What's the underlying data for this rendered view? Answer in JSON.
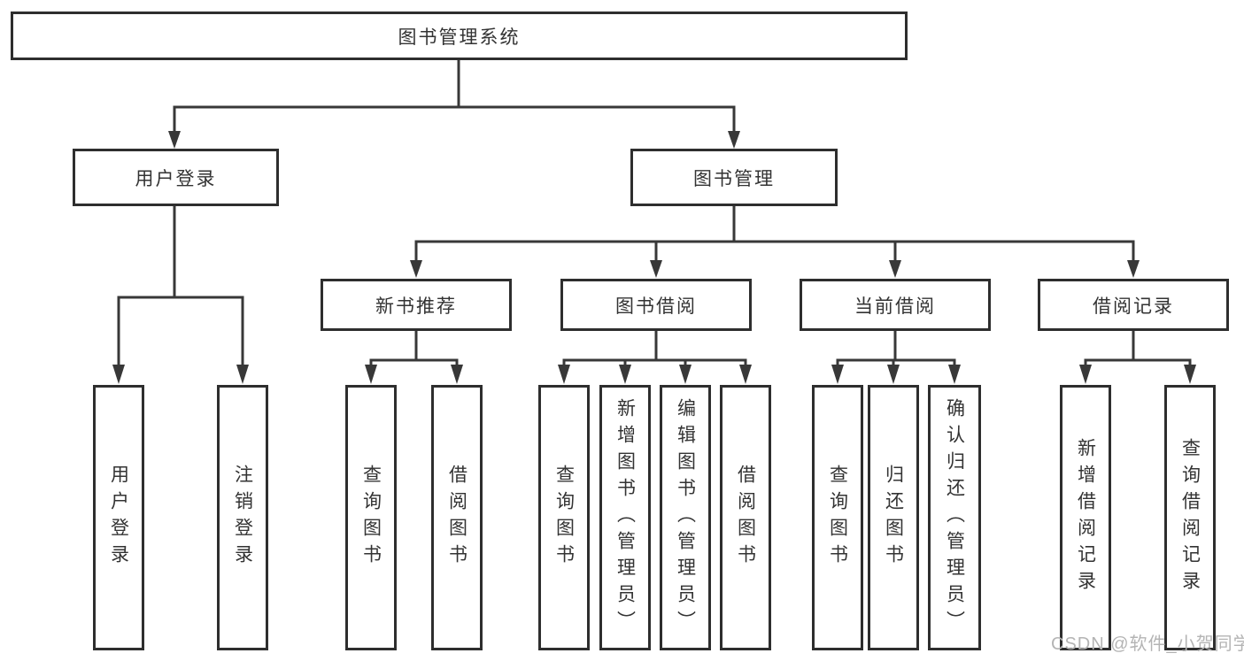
{
  "diagram": {
    "type": "tree",
    "title": "图书管理系统",
    "colors": {
      "line": "#383838",
      "box_border": "#2e2e2e",
      "text": "#333333",
      "watermark": "#b4b4b4",
      "background": "#ffffff"
    },
    "tree": {
      "label": "图书管理系统",
      "children": [
        {
          "label": "用户登录",
          "children": [
            {
              "label": "用户登录"
            },
            {
              "label": "注销登录"
            }
          ]
        },
        {
          "label": "图书管理",
          "children": [
            {
              "label": "新书推荐",
              "children": [
                {
                  "label": "查询图书"
                },
                {
                  "label": "借阅图书"
                }
              ]
            },
            {
              "label": "图书借阅",
              "children": [
                {
                  "label": "查询图书"
                },
                {
                  "label": "新增图书（管理员）"
                },
                {
                  "label": "编辑图书（管理员）"
                },
                {
                  "label": "借阅图书"
                }
              ]
            },
            {
              "label": "当前借阅",
              "children": [
                {
                  "label": "查询图书"
                },
                {
                  "label": "归还图书"
                },
                {
                  "label": "确认归还（管理员）"
                }
              ]
            },
            {
              "label": "借阅记录",
              "children": [
                {
                  "label": "新增借阅记录"
                },
                {
                  "label": "查询借阅记录"
                }
              ]
            }
          ]
        }
      ]
    }
  },
  "watermark": {
    "text": "CSDN @软件_小贺同学"
  }
}
